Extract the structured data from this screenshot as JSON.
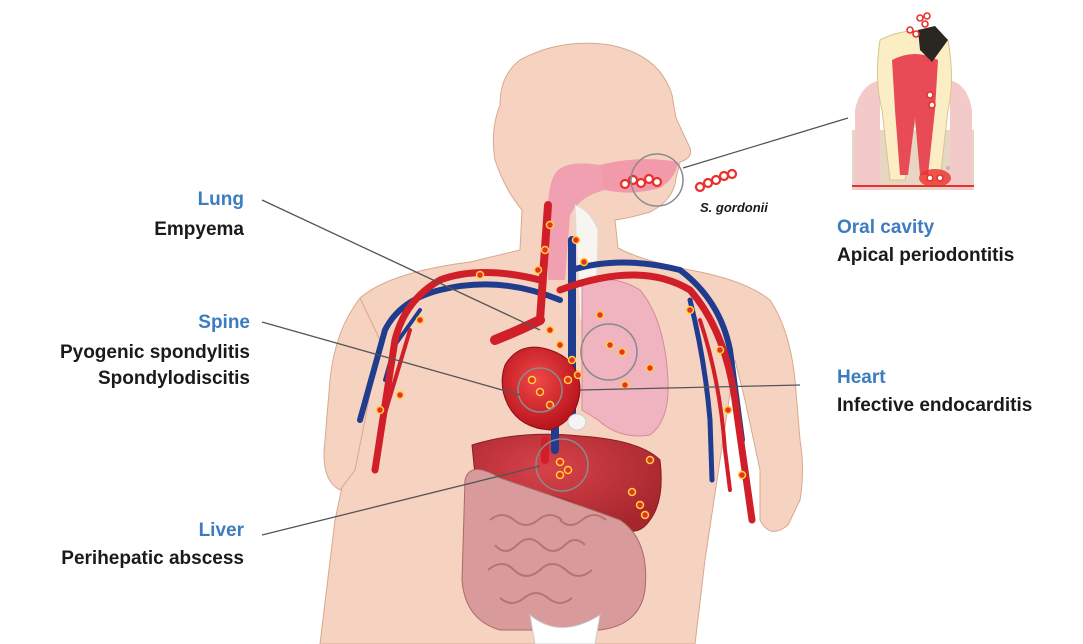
{
  "colors": {
    "organ_label": "#3c7cc0",
    "diagnosis_label": "#1a1a1a",
    "skin": "#f6d3c0",
    "artery": "#d11f2a",
    "vein": "#1f3c8e",
    "bacteria": "#e8302c"
  },
  "bacterium": {
    "name": "S. gordonii"
  },
  "sites": {
    "lung": {
      "organ": "Lung",
      "diagnoses": [
        "Empyema"
      ]
    },
    "spine": {
      "organ": "Spine",
      "diagnoses": [
        "Pyogenic spondylitis",
        "Spondylodiscitis"
      ]
    },
    "liver": {
      "organ": "Liver",
      "diagnoses": [
        "Perihepatic abscess"
      ]
    },
    "oral": {
      "organ": "Oral cavity",
      "diagnoses": [
        "Apical periodontitis"
      ]
    },
    "heart": {
      "organ": "Heart",
      "diagnoses": [
        "Infective endocarditis"
      ]
    }
  }
}
